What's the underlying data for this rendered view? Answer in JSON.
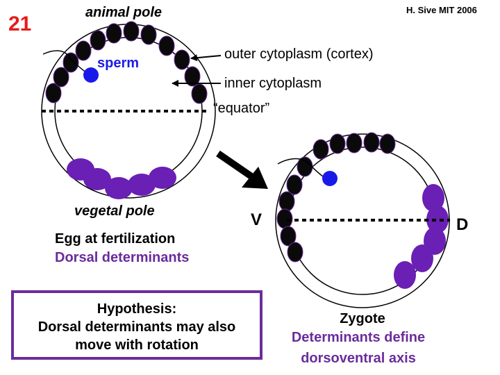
{
  "slide_number": "21",
  "credit": "H. Sive MIT 2006",
  "egg": {
    "animal_pole": "animal pole",
    "vegetal_pole": "vegetal pole",
    "sperm": "sperm",
    "outer_cytoplasm": "outer cytoplasm (cortex)",
    "inner_cytoplasm": "inner cytoplasm",
    "equator": "“equator”",
    "caption_line1": "Egg at fertilization",
    "caption_line2": "Dorsal determinants"
  },
  "zygote": {
    "ventral": "V",
    "dorsal": "D",
    "caption_line1": "Zygote",
    "caption_line2": "Determinants define",
    "caption_line3": "dorsoventral axis"
  },
  "hypothesis": {
    "line1": "Hypothesis:",
    "line2": "Dorsal determinants may also",
    "line3": "move with rotation"
  },
  "colors": {
    "slide_number": "#e81a1a",
    "purple": "#6a2c9c",
    "granule_black": "#0a0a0a",
    "granule_purple": "#6a1fb5",
    "sperm_blue": "#1a1ae8"
  }
}
